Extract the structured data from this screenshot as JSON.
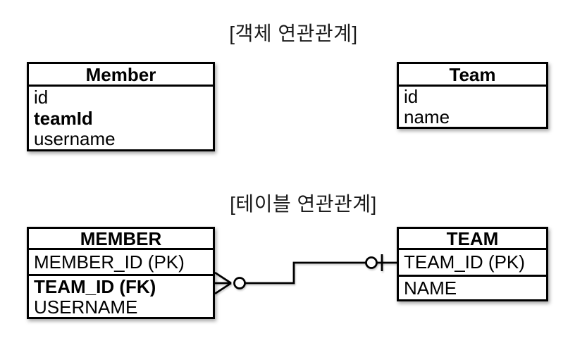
{
  "titles": {
    "object": "[객체 연관관계]",
    "table": "[테이블 연관관계]"
  },
  "member_class": {
    "name": "Member",
    "fields": [
      "id",
      "teamId",
      "username"
    ]
  },
  "team_class": {
    "name": "Team",
    "fields": [
      "id",
      "name"
    ]
  },
  "member_table": {
    "name": "MEMBER",
    "pk_column": "MEMBER_ID (PK)",
    "columns": [
      "TEAM_ID (FK)",
      "USERNAME"
    ]
  },
  "team_table": {
    "name": "TEAM",
    "pk_column": "TEAM_ID (PK)",
    "columns": [
      "NAME"
    ]
  },
  "relationship": {
    "from": "MEMBER.TEAM_ID",
    "to": "TEAM.TEAM_ID",
    "member_end_notation": "zero-or-many",
    "team_end_notation": "zero-or-one",
    "line_color": "#000000"
  }
}
